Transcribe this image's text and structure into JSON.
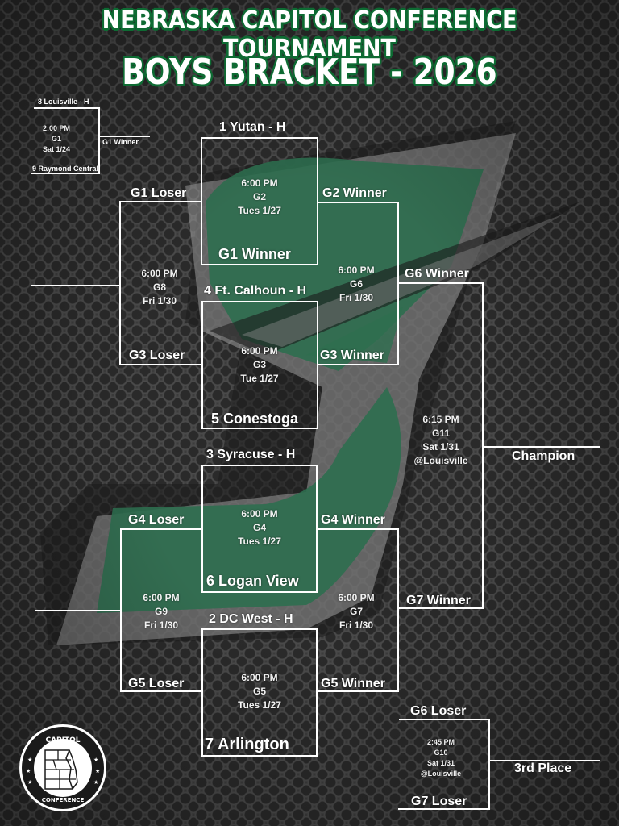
{
  "header": {
    "title": "Nebraska Capitol Conference Tournament",
    "subtitle": "Boys Bracket - 2026"
  },
  "colors": {
    "brand_green": "#0e6b33",
    "logo_green": "#2e6e4f",
    "line_white": "#ffffff",
    "background_gray": "#3c3c3c"
  },
  "games": {
    "g1": {
      "top_team": "8 Louisville - H",
      "bottom_team": "9 Raymond Central",
      "time": "2:00 PM",
      "game": "G1",
      "date": "Sat 1/24",
      "advance_label": "G1 Winner"
    },
    "g2": {
      "top_team": "1 Yutan - H",
      "bottom_team": "G1 Winner",
      "time": "6:00 PM",
      "game": "G2",
      "date": "Tues 1/27"
    },
    "g3": {
      "top_team": "4 Ft. Calhoun - H",
      "bottom_team": "5 Conestoga",
      "time": "6:00 PM",
      "game": "G3",
      "date": "Tue 1/27"
    },
    "g4": {
      "top_team": "3 Syracuse - H",
      "bottom_team": "6 Logan View",
      "time": "6:00 PM",
      "game": "G4",
      "date": "Tues 1/27"
    },
    "g5": {
      "top_team": "2 DC West - H",
      "bottom_team": "7 Arlington",
      "time": "6:00 PM",
      "game": "G5",
      "date": "Tues 1/27"
    },
    "g6": {
      "top_team": "G2 Winner",
      "bottom_team": "G3 Winner",
      "time": "6:00 PM",
      "game": "G6",
      "date": "Fri 1/30"
    },
    "g7": {
      "top_team": "G4 Winner",
      "bottom_team": "G5 Winner",
      "time": "6:00 PM",
      "game": "G7",
      "date": "Fri 1/30"
    },
    "g8": {
      "top_team": "G1 Loser",
      "bottom_team": "G3 Loser",
      "time": "6:00 PM",
      "game": "G8",
      "date": "Fri 1/30"
    },
    "g9": {
      "top_team": "G4 Loser",
      "bottom_team": "G5 Loser",
      "time": "6:00 PM",
      "game": "G9",
      "date": "Fri 1/30"
    },
    "g10": {
      "top_team": "G6 Loser",
      "bottom_team": "G7 Loser",
      "time": "2:45 PM",
      "game": "G10",
      "date": "Sat 1/31",
      "location": "@Louisville",
      "result_label": "3rd Place"
    },
    "g11": {
      "top_team": "G6 Winner",
      "bottom_team": "G7 Winner",
      "time": "6:15 PM",
      "game": "G11",
      "date": "Sat 1/31",
      "location": "@Louisville",
      "result_label": "Champion"
    }
  },
  "logo": {
    "top_text": "CAPITOL",
    "bottom_text": "CONFERENCE"
  }
}
